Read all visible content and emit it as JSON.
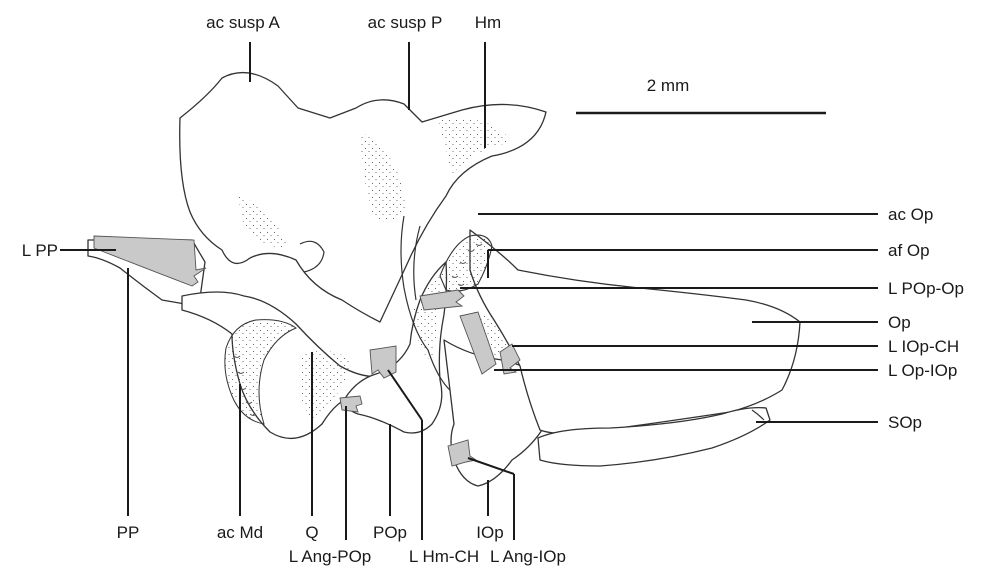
{
  "labels": {
    "ac_susp_a": "ac susp A",
    "ac_susp_p": "ac susp P",
    "hm": "Hm",
    "scale": "2 mm",
    "l_pp": "L PP",
    "ac_op": "ac Op",
    "af_op": "af Op",
    "l_pop_op": "L POp-Op",
    "op": "Op",
    "l_iop_ch": "L IOp-CH",
    "l_op_iop": "L Op-IOp",
    "sop": "SOp",
    "pp": "PP",
    "ac_md": "ac Md",
    "q": "Q",
    "pop": "POp",
    "iop": "IOp",
    "l_ang_pop": "L Ang-POp",
    "l_hm_ch": "L Hm-CH",
    "l_ang_iop": "L Ang-IOp"
  },
  "colors": {
    "ink": "#1a1a1a",
    "ligament_fill": "#c9c9c9",
    "background": "#ffffff"
  }
}
